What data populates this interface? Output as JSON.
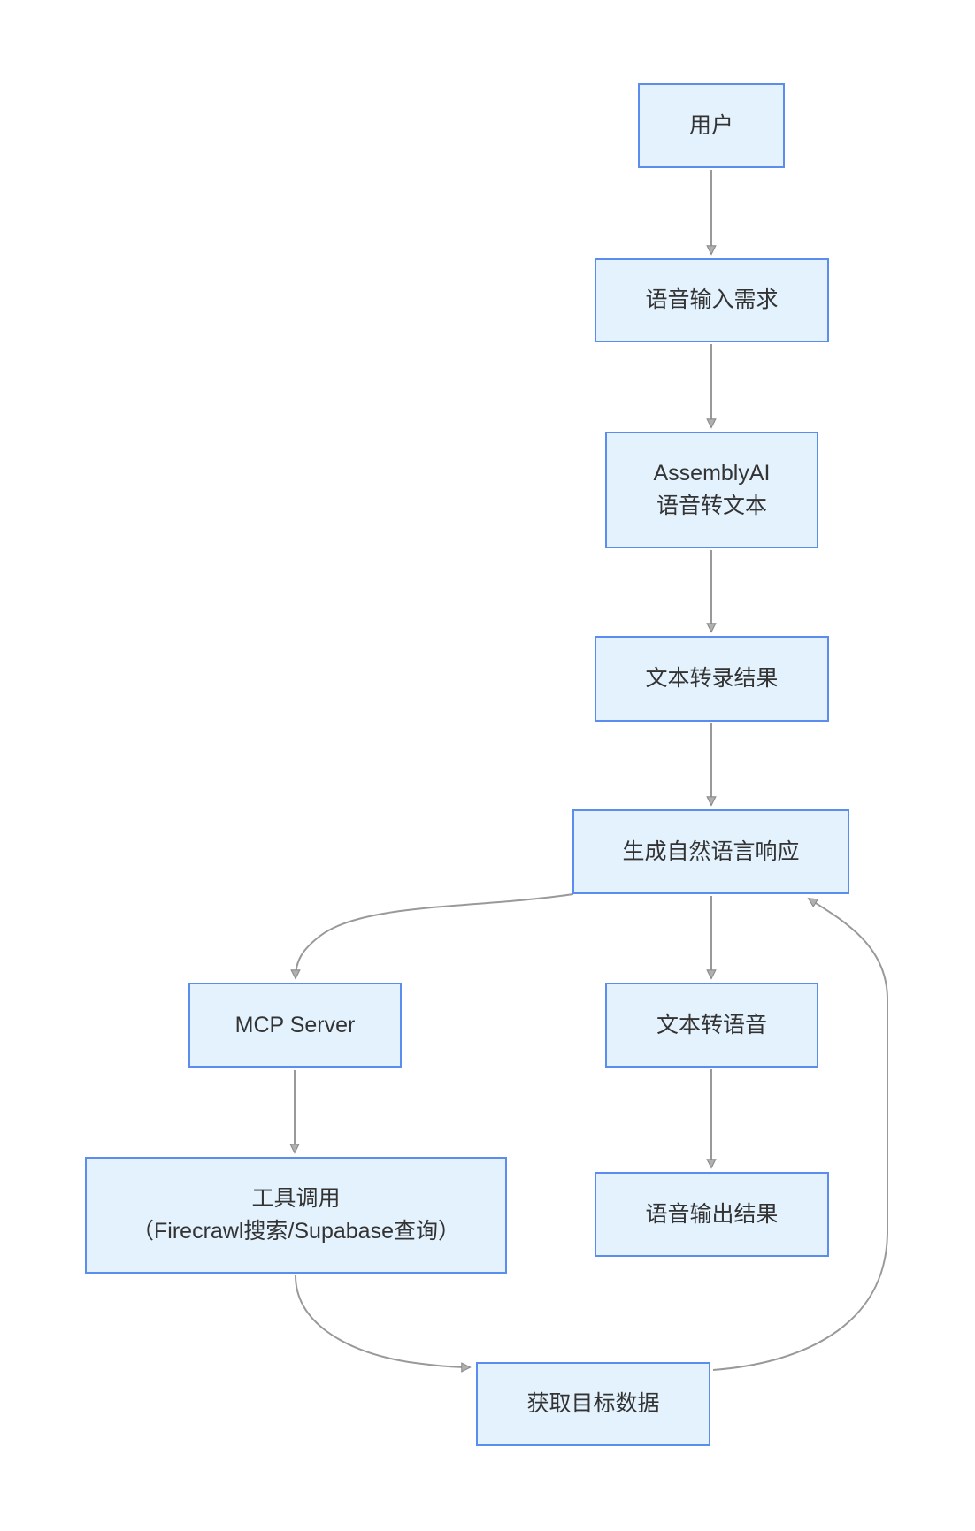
{
  "colors": {
    "background": "#ffffff",
    "node_fill": "#e3f2fd",
    "node_border": "#5b8def",
    "node_text": "#333333",
    "edge": "#999999",
    "arrowhead_fill": "#b0b0b0",
    "arrowhead_stroke": "#8a8a8a"
  },
  "nodes": {
    "user": {
      "label": "用户"
    },
    "voice_input": {
      "label": "语音输入需求"
    },
    "stt": {
      "line1": "AssemblyAI",
      "line2": "语音转文本"
    },
    "transcript": {
      "label": "文本转录结果"
    },
    "nlg": {
      "label": "生成自然语言响应"
    },
    "mcp": {
      "label": "MCP Server"
    },
    "tts": {
      "label": "文本转语音"
    },
    "tools": {
      "line1": "工具调用",
      "line2": "（Firecrawl搜索/Supabase查询）"
    },
    "voice_output": {
      "label": "语音输出结果"
    },
    "target_data": {
      "label": "获取目标数据"
    }
  },
  "edges": [
    {
      "from": "用户",
      "to": "语音输入需求"
    },
    {
      "from": "语音输入需求",
      "to": "AssemblyAI 语音转文本"
    },
    {
      "from": "AssemblyAI 语音转文本",
      "to": "文本转录结果"
    },
    {
      "from": "文本转录结果",
      "to": "生成自然语言响应"
    },
    {
      "from": "生成自然语言响应",
      "to": "MCP Server"
    },
    {
      "from": "生成自然语言响应",
      "to": "文本转语音"
    },
    {
      "from": "MCP Server",
      "to": "工具调用（Firecrawl搜索/Supabase查询）"
    },
    {
      "from": "文本转语音",
      "to": "语音输出结果"
    },
    {
      "from": "工具调用（Firecrawl搜索/Supabase查询）",
      "to": "获取目标数据"
    },
    {
      "from": "获取目标数据",
      "to": "生成自然语言响应"
    }
  ]
}
